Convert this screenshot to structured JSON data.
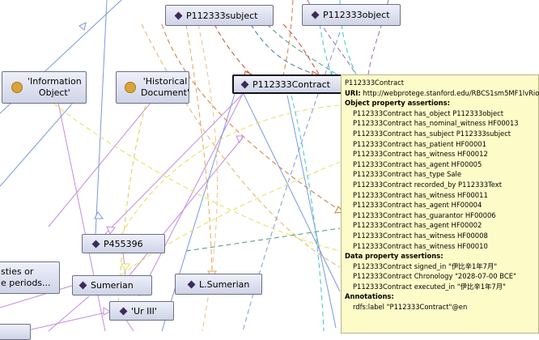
{
  "nodes": {
    "subject": "P112333subject",
    "object": "P112333object",
    "info_object": [
      "'Information",
      "Object'"
    ],
    "historical_doc": [
      "'Historical",
      "Document'"
    ],
    "contract": "P112333Contract",
    "p455396": "P455396",
    "periods": [
      "sties or",
      "e periods..."
    ],
    "sumerian": "Sumerian",
    "l_sumerian": "L.Sumerian",
    "ur_iii": "'Ur III'"
  },
  "tooltip": {
    "title": "P112333Contract",
    "uri_label": "URI:",
    "uri_value": "http://webprotege.stanford.edu/RBCS1sm5MF1lvRio",
    "object_heading": "Object property assertions:",
    "object_assertions": [
      "P112333Contract has_object P112333object",
      "P112333Contract has_nominal_witness HF00013",
      "P112333Contract has_subject P112333subject",
      "P112333Contract has_patient HF00001",
      "P112333Contract has_witness HF00012",
      "P112333Contract has_agent HF00005",
      "P112333Contract has_type Sale",
      "P112333Contract recorded_by P112333Text",
      "P112333Contract has_witness HF00011",
      "P112333Contract has_agent HF00004",
      "P112333Contract has_guarantor HF00006",
      "P112333Contract has_agent HF00002",
      "P112333Contract has_witness HF00008",
      "P112333Contract has_witness HF00010"
    ],
    "data_heading": "Data property assertions:",
    "data_assertions": [
      "P112333Contract signed_in \"伊比辛1年7月\"",
      "P112333Contract Chronology \"2028-07-00 BCE\"",
      "P112333Contract executed_in \"伊比辛1年7月\""
    ],
    "annotations_heading": "Annotations:",
    "annotations": [
      "rdfs:label \"P112333Contract\"@en"
    ]
  },
  "colors": {
    "node_border": "#6c6f85",
    "individual_diamond": "#3d2a5c",
    "class_dot": "#d9a43c",
    "tooltip_bg": "#fdfcc8",
    "edge_blue": "#6f8fd8",
    "edge_purple": "#b977d6",
    "edge_red": "#c84a3a",
    "edge_orange": "#e3a35a",
    "edge_green": "#4c9a6a",
    "edge_yellow": "#e6df5a",
    "edge_cyan": "#3cc6c6"
  }
}
